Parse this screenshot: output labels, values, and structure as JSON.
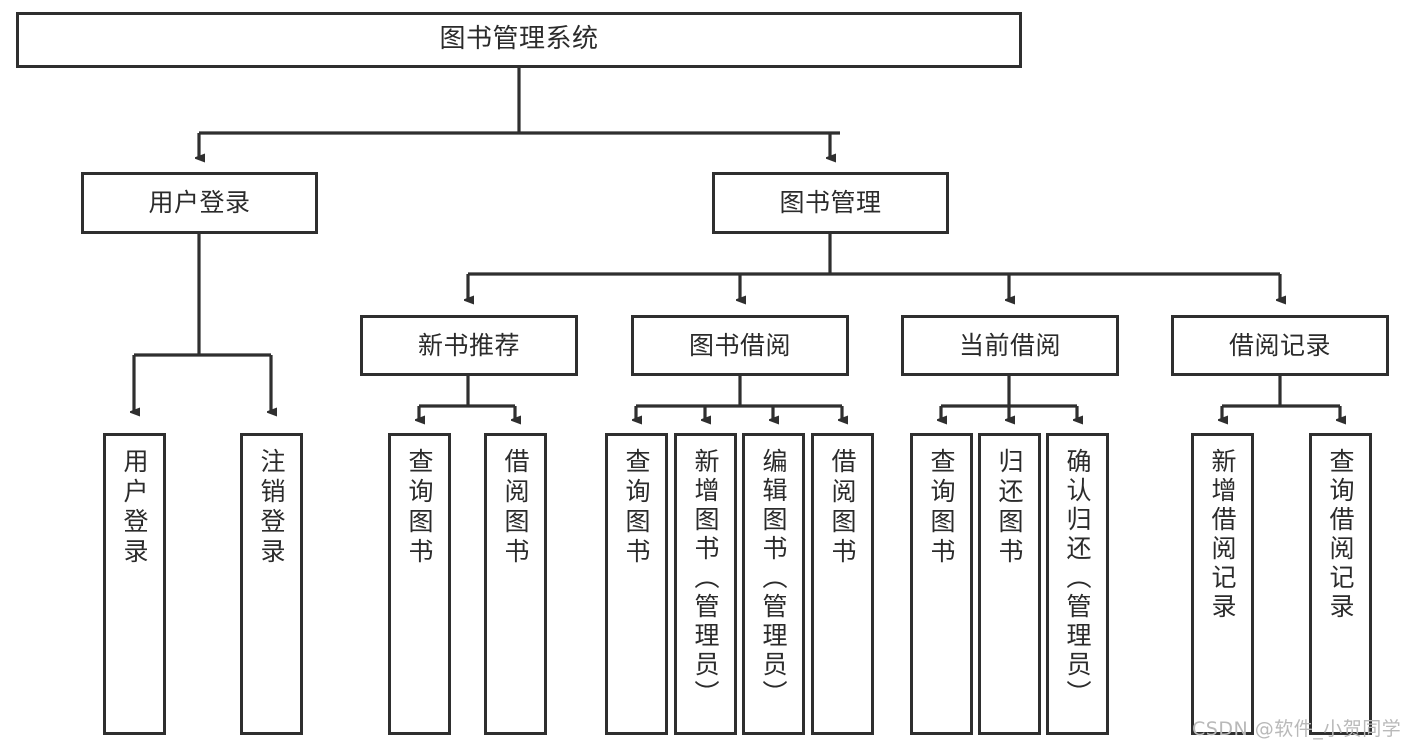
{
  "diagram": {
    "title": "图书管理系统",
    "type": "hierarchy-tree",
    "root": {
      "label": "图书管理系统"
    },
    "level1": [
      {
        "label": "用户登录"
      },
      {
        "label": "图书管理"
      }
    ],
    "level2": [
      {
        "label": "新书推荐",
        "parent": "图书管理"
      },
      {
        "label": "图书借阅",
        "parent": "图书管理"
      },
      {
        "label": "当前借阅",
        "parent": "图书管理"
      },
      {
        "label": "借阅记录",
        "parent": "图书管理"
      }
    ],
    "leaves": {
      "user_login": [
        {
          "label": "用户登录"
        },
        {
          "label": "注销登录"
        }
      ],
      "new_book_recommend": [
        {
          "label": "查询图书"
        },
        {
          "label": "借阅图书"
        }
      ],
      "book_borrow": [
        {
          "label": "查询图书"
        },
        {
          "label": "新增图书（管理员）"
        },
        {
          "label": "编辑图书（管理员）"
        },
        {
          "label": "借阅图书"
        }
      ],
      "current_borrow": [
        {
          "label": "查询图书"
        },
        {
          "label": "归还图书"
        },
        {
          "label": "确认归还（管理员）"
        }
      ],
      "borrow_record": [
        {
          "label": "新增借阅记录"
        },
        {
          "label": "查询借阅记录"
        }
      ]
    },
    "watermark": "CSDN @软件_小贺同学",
    "colors": {
      "stroke": "#2f2f2f",
      "text": "#2b2b2b",
      "background": "#ffffff",
      "watermark": "#b9b9b9"
    }
  }
}
